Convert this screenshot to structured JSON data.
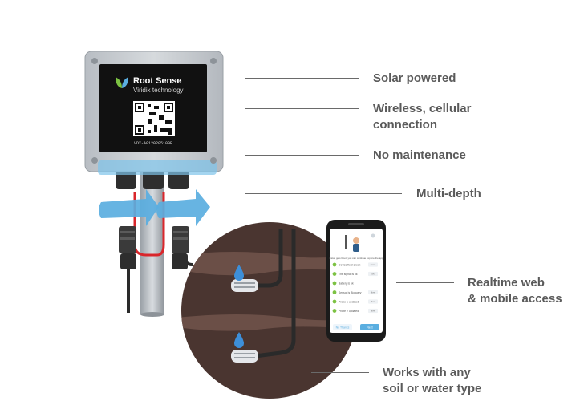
{
  "device": {
    "brand_name": "Root Sense",
    "brand_tagline": "Viridix technology",
    "serial": "VDX-A0120205109B"
  },
  "features": [
    {
      "id": "solar",
      "lines": [
        "Solar powered"
      ]
    },
    {
      "id": "wireless",
      "lines": [
        "Wireless, cellular",
        "connection"
      ]
    },
    {
      "id": "maintenance",
      "lines": [
        "No maintenance"
      ]
    },
    {
      "id": "depth",
      "lines": [
        "Multi-depth"
      ]
    },
    {
      "id": "access",
      "lines": [
        "Realtime web",
        "& mobile access"
      ]
    },
    {
      "id": "soil",
      "lines": [
        "Works with any",
        "soil or water type"
      ]
    }
  ],
  "phone": {
    "header": "Install gets Root! you can continue explore the app",
    "checklist": [
      {
        "label": "Device field check",
        "chip": "done"
      },
      {
        "label": "The signal is ok",
        "chip": "ok"
      },
      {
        "label": "Battery is ok",
        "chip": ""
      },
      {
        "label": "Sensor is Bioquery",
        "chip": "live"
      },
      {
        "label": "Probe 1 updated",
        "chip": "live"
      },
      {
        "label": "Probe 2 updated",
        "chip": "live"
      }
    ],
    "btn_secondary": "No Thanks",
    "btn_primary": "Next"
  },
  "colors": {
    "text": "#5a5a5a",
    "soil_dark": "#4a3530",
    "soil_mid": "#6b4f47",
    "arrow_blue": "#5aaee0",
    "enclosure": "#c9cdd2",
    "label_black": "#111111",
    "accent_green": "#7cc242"
  }
}
